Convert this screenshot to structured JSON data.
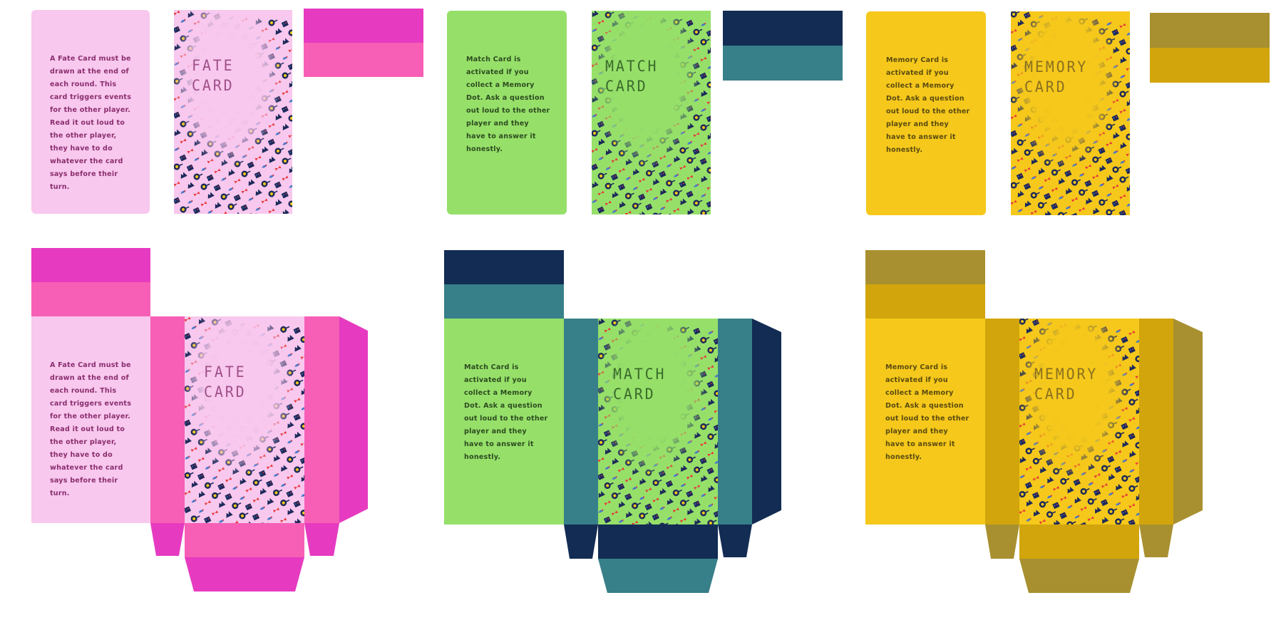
{
  "cards": [
    {
      "id": "fate",
      "title_line1": "FATE",
      "title_line2": "CARD",
      "description": "A Fate Card must be drawn at the end of each round. This card triggers events for the other player. Read it out loud to the other player, they have to do whatever the card says before their turn.",
      "colors": {
        "card_bg": "#f8c8ee",
        "text": "#8a2d6e",
        "title": "#a0508a",
        "swatch_top": "#e63bc0",
        "swatch_bottom": "#f65fb5",
        "box_side": "#f65fb5",
        "box_flap": "#e63bc0"
      }
    },
    {
      "id": "match",
      "title_line1": "MATCH",
      "title_line2": "CARD",
      "description": "Match Card is activated if you collect a Memory Dot. Ask a question out loud to the other player and they have to answer it honestly.",
      "colors": {
        "card_bg": "#96e06a",
        "text": "#2d4a1f",
        "title": "#3a6b2a",
        "swatch_top": "#132c54",
        "swatch_bottom": "#377f89",
        "box_side": "#377f89",
        "box_flap": "#132c54"
      }
    },
    {
      "id": "memory",
      "title_line1": "MEMORY",
      "title_line2": "CARD",
      "description": "Memory Card is activated if you collect a Memory Dot. Ask a question out loud to the other player and they have to answer it honestly.",
      "colors": {
        "card_bg": "#f5c81b",
        "text": "#5a4a10",
        "title": "#8a7020",
        "swatch_top": "#a89030",
        "swatch_bottom": "#d1a50b",
        "box_side": "#d1a50b",
        "box_flap": "#a89030"
      }
    }
  ],
  "pattern_icons": [
    "bow-icon",
    "mountain-icon",
    "bird-icon",
    "pan-icon",
    "robot-icon"
  ],
  "pattern_colors": {
    "navy": "#1d2a5a",
    "red": "#e8383a",
    "yellow": "#f5c81b",
    "blue": "#4a78c8"
  }
}
